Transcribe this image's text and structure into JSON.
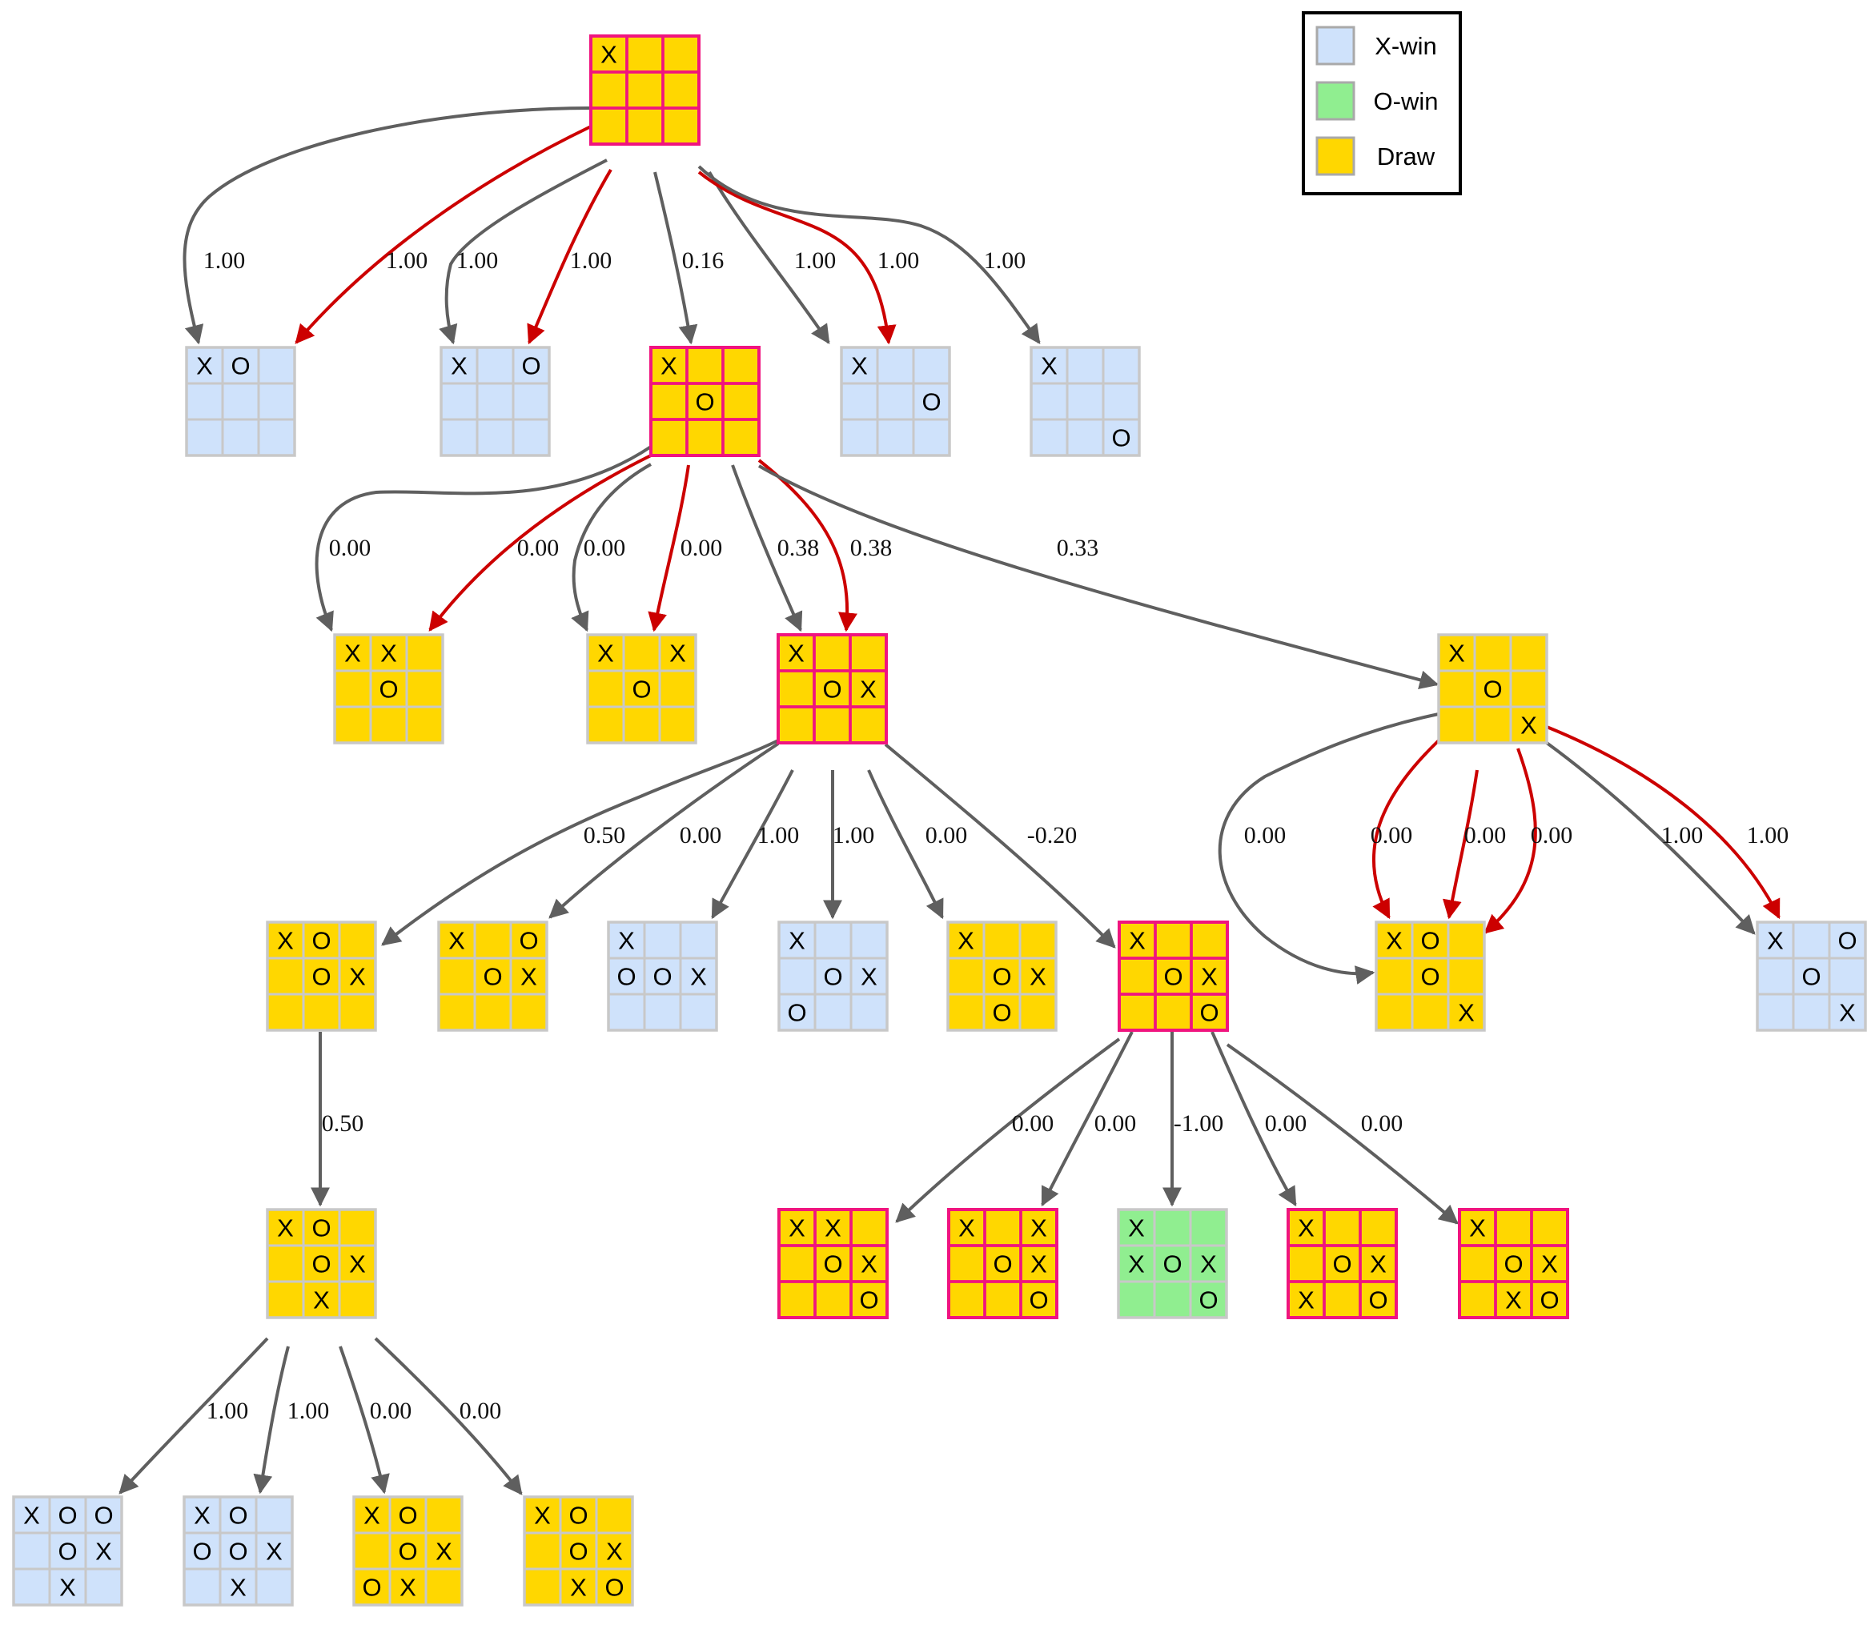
{
  "colors": {
    "x_win": "#CFE2FB",
    "o_win": "#90EE90",
    "draw": "#FFD700",
    "grid_gray": "#C8C8C8",
    "grid_highlight": "#F0147F",
    "edge_default": "#5F5F5F",
    "edge_highlight": "#CC0000"
  },
  "legend": [
    {
      "label": "X-win",
      "outcome": "x_win"
    },
    {
      "label": "O-win",
      "outcome": "o_win"
    },
    {
      "label": "Draw",
      "outcome": "draw"
    }
  ],
  "nodes": [
    {
      "id": "n0",
      "board": [
        "X",
        "",
        "",
        "",
        "",
        "",
        "",
        "",
        ""
      ],
      "outcome": "draw",
      "highlight": true
    },
    {
      "id": "n1",
      "board": [
        "X",
        "O",
        "",
        "",
        "",
        "",
        "",
        "",
        ""
      ],
      "outcome": "x_win",
      "highlight": false
    },
    {
      "id": "n2",
      "board": [
        "X",
        "",
        "O",
        "",
        "",
        "",
        "",
        "",
        ""
      ],
      "outcome": "x_win",
      "highlight": false
    },
    {
      "id": "n3",
      "board": [
        "X",
        "",
        "",
        "",
        "O",
        "",
        "",
        "",
        ""
      ],
      "outcome": "draw",
      "highlight": true
    },
    {
      "id": "n4",
      "board": [
        "X",
        "",
        "",
        "",
        "",
        "O",
        "",
        "",
        ""
      ],
      "outcome": "x_win",
      "highlight": false
    },
    {
      "id": "n5",
      "board": [
        "X",
        "",
        "",
        "",
        "",
        "",
        "",
        "",
        "O"
      ],
      "outcome": "x_win",
      "highlight": false
    },
    {
      "id": "n6",
      "board": [
        "X",
        "X",
        "",
        "",
        "O",
        "",
        "",
        "",
        ""
      ],
      "outcome": "draw",
      "highlight": false
    },
    {
      "id": "n7",
      "board": [
        "X",
        "",
        "X",
        "",
        "O",
        "",
        "",
        "",
        ""
      ],
      "outcome": "draw",
      "highlight": false
    },
    {
      "id": "n8",
      "board": [
        "X",
        "",
        "",
        "",
        "O",
        "X",
        "",
        "",
        ""
      ],
      "outcome": "draw",
      "highlight": true
    },
    {
      "id": "n9",
      "board": [
        "X",
        "",
        "",
        "",
        "O",
        "",
        "",
        "",
        "X"
      ],
      "outcome": "draw",
      "highlight": false
    },
    {
      "id": "n10",
      "board": [
        "X",
        "O",
        "",
        "",
        "O",
        "X",
        "",
        "",
        ""
      ],
      "outcome": "draw",
      "highlight": false
    },
    {
      "id": "n11",
      "board": [
        "X",
        "",
        "O",
        "",
        "O",
        "X",
        "",
        "",
        ""
      ],
      "outcome": "draw",
      "highlight": false
    },
    {
      "id": "n12",
      "board": [
        "X",
        "",
        "",
        "O",
        "O",
        "X",
        "",
        "",
        ""
      ],
      "outcome": "x_win",
      "highlight": false
    },
    {
      "id": "n13",
      "board": [
        "X",
        "",
        "",
        "",
        "O",
        "X",
        "O",
        "",
        ""
      ],
      "outcome": "x_win",
      "highlight": false
    },
    {
      "id": "n14",
      "board": [
        "X",
        "",
        "",
        "",
        "O",
        "X",
        "",
        "O",
        ""
      ],
      "outcome": "draw",
      "highlight": false
    },
    {
      "id": "n15",
      "board": [
        "X",
        "",
        "",
        "",
        "O",
        "X",
        "",
        "",
        "O"
      ],
      "outcome": "draw",
      "highlight": true
    },
    {
      "id": "n16",
      "board": [
        "X",
        "O",
        "",
        "",
        "O",
        "",
        "",
        "",
        "X"
      ],
      "outcome": "draw",
      "highlight": false
    },
    {
      "id": "n17",
      "board": [
        "X",
        "",
        "O",
        "",
        "O",
        "",
        "",
        "",
        "X"
      ],
      "outcome": "x_win",
      "highlight": false
    },
    {
      "id": "n18",
      "board": [
        "X",
        "O",
        "",
        "",
        "O",
        "X",
        "",
        "X",
        ""
      ],
      "outcome": "draw",
      "highlight": false
    },
    {
      "id": "n19",
      "board": [
        "X",
        "X",
        "",
        "",
        "O",
        "X",
        "",
        "",
        "O"
      ],
      "outcome": "draw",
      "highlight": true
    },
    {
      "id": "n20",
      "board": [
        "X",
        "",
        "X",
        "",
        "O",
        "X",
        "",
        "",
        "O"
      ],
      "outcome": "draw",
      "highlight": true
    },
    {
      "id": "n21",
      "board": [
        "X",
        "",
        "",
        "X",
        "O",
        "X",
        "",
        "",
        "O"
      ],
      "outcome": "o_win",
      "highlight": false
    },
    {
      "id": "n22",
      "board": [
        "X",
        "",
        "",
        "",
        "O",
        "X",
        "X",
        "",
        "O"
      ],
      "outcome": "draw",
      "highlight": true
    },
    {
      "id": "n23",
      "board": [
        "X",
        "",
        "",
        "",
        "O",
        "X",
        "",
        "X",
        "O"
      ],
      "outcome": "draw",
      "highlight": true
    },
    {
      "id": "n24",
      "board": [
        "X",
        "O",
        "O",
        "",
        "O",
        "X",
        "",
        "X",
        ""
      ],
      "outcome": "x_win",
      "highlight": false
    },
    {
      "id": "n25",
      "board": [
        "X",
        "O",
        "",
        "O",
        "O",
        "X",
        "",
        "X",
        ""
      ],
      "outcome": "x_win",
      "highlight": false
    },
    {
      "id": "n26",
      "board": [
        "X",
        "O",
        "",
        "",
        "O",
        "X",
        "O",
        "X",
        ""
      ],
      "outcome": "draw",
      "highlight": false
    },
    {
      "id": "n27",
      "board": [
        "X",
        "O",
        "",
        "",
        "O",
        "X",
        "",
        "X",
        "O"
      ],
      "outcome": "draw",
      "highlight": false
    }
  ],
  "edges": [
    {
      "from": "n0",
      "to": "n1",
      "label": "1.00",
      "highlight": false
    },
    {
      "from": "n0",
      "to": "n1",
      "label": "1.00",
      "highlight": true
    },
    {
      "from": "n0",
      "to": "n2",
      "label": "1.00",
      "highlight": false
    },
    {
      "from": "n0",
      "to": "n2",
      "label": "1.00",
      "highlight": true
    },
    {
      "from": "n0",
      "to": "n3",
      "label": "0.16",
      "highlight": false
    },
    {
      "from": "n0",
      "to": "n4",
      "label": "1.00",
      "highlight": false
    },
    {
      "from": "n0",
      "to": "n4",
      "label": "1.00",
      "highlight": true
    },
    {
      "from": "n0",
      "to": "n5",
      "label": "1.00",
      "highlight": false
    },
    {
      "from": "n3",
      "to": "n6",
      "label": "0.00",
      "highlight": false
    },
    {
      "from": "n3",
      "to": "n6",
      "label": "0.00",
      "highlight": true
    },
    {
      "from": "n3",
      "to": "n7",
      "label": "0.00",
      "highlight": false
    },
    {
      "from": "n3",
      "to": "n7",
      "label": "0.00",
      "highlight": true
    },
    {
      "from": "n3",
      "to": "n8",
      "label": "0.38",
      "highlight": false
    },
    {
      "from": "n3",
      "to": "n8",
      "label": "0.38",
      "highlight": true
    },
    {
      "from": "n3",
      "to": "n9",
      "label": "0.33",
      "highlight": false
    },
    {
      "from": "n8",
      "to": "n10",
      "label": "0.50",
      "highlight": false
    },
    {
      "from": "n8",
      "to": "n11",
      "label": "0.00",
      "highlight": false
    },
    {
      "from": "n8",
      "to": "n12",
      "label": "1.00",
      "highlight": false
    },
    {
      "from": "n8",
      "to": "n13",
      "label": "1.00",
      "highlight": false
    },
    {
      "from": "n8",
      "to": "n14",
      "label": "0.00",
      "highlight": false
    },
    {
      "from": "n8",
      "to": "n15",
      "label": "-0.20",
      "highlight": false
    },
    {
      "from": "n9",
      "to": "n16",
      "label": "0.00",
      "highlight": false
    },
    {
      "from": "n9",
      "to": "n16",
      "label": "0.00",
      "highlight": true
    },
    {
      "from": "n9",
      "to": "n16",
      "label": "0.00",
      "highlight": true
    },
    {
      "from": "n9",
      "to": "n16",
      "label": "0.00",
      "highlight": true
    },
    {
      "from": "n9",
      "to": "n17",
      "label": "1.00",
      "highlight": false
    },
    {
      "from": "n9",
      "to": "n17",
      "label": "1.00",
      "highlight": true
    },
    {
      "from": "n10",
      "to": "n18",
      "label": "0.50",
      "highlight": false
    },
    {
      "from": "n15",
      "to": "n19",
      "label": "0.00",
      "highlight": false
    },
    {
      "from": "n15",
      "to": "n20",
      "label": "0.00",
      "highlight": false
    },
    {
      "from": "n15",
      "to": "n21",
      "label": "-1.00",
      "highlight": false
    },
    {
      "from": "n15",
      "to": "n22",
      "label": "0.00",
      "highlight": false
    },
    {
      "from": "n15",
      "to": "n23",
      "label": "0.00",
      "highlight": false
    },
    {
      "from": "n18",
      "to": "n24",
      "label": "1.00",
      "highlight": false
    },
    {
      "from": "n18",
      "to": "n25",
      "label": "1.00",
      "highlight": false
    },
    {
      "from": "n18",
      "to": "n26",
      "label": "0.00",
      "highlight": false
    },
    {
      "from": "n18",
      "to": "n27",
      "label": "0.00",
      "highlight": false
    }
  ]
}
